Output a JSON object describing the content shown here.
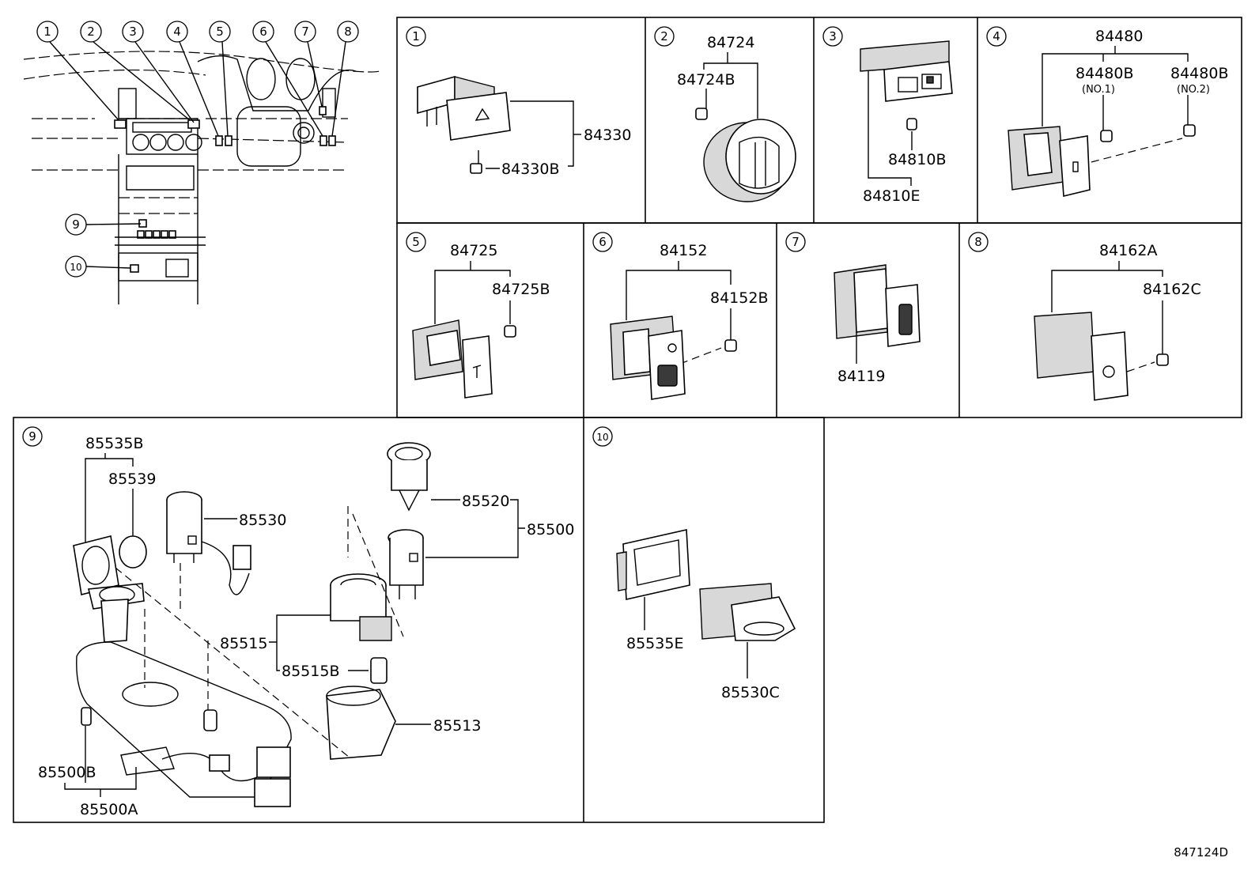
{
  "callouts": [
    "1",
    "2",
    "3",
    "4",
    "5",
    "6",
    "7",
    "8",
    "9",
    "10"
  ],
  "panels": {
    "p1": {
      "num": "1",
      "parts": [
        "84330",
        "84330B"
      ]
    },
    "p2": {
      "num": "2",
      "parts": [
        "84724",
        "84724B"
      ]
    },
    "p3": {
      "num": "3",
      "parts": [
        "84810B",
        "84810E"
      ]
    },
    "p4": {
      "num": "4",
      "parts": [
        "84480",
        "84480B",
        "(NO.1)",
        "84480B",
        "(NO.2)"
      ]
    },
    "p5": {
      "num": "5",
      "parts": [
        "84725",
        "84725B"
      ]
    },
    "p6": {
      "num": "6",
      "parts": [
        "84152",
        "84152B"
      ]
    },
    "p7": {
      "num": "7",
      "parts": [
        "84119"
      ]
    },
    "p8": {
      "num": "8",
      "parts": [
        "84162A",
        "84162C"
      ]
    },
    "p9": {
      "num": "9",
      "parts": [
        "85535B",
        "85539",
        "85530",
        "85520",
        "85500",
        "85515",
        "85515B",
        "85513",
        "85500B",
        "85500A"
      ]
    },
    "p10": {
      "num": "10",
      "parts": [
        "85535E",
        "85530C"
      ]
    }
  },
  "drawing_id": "847124D"
}
